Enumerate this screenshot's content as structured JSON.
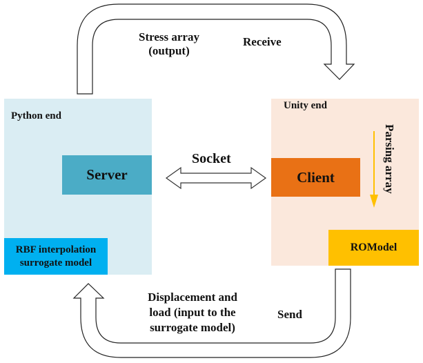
{
  "diagram": {
    "regions": {
      "python": {
        "label": "Python end",
        "color": "#daedf3"
      },
      "unity": {
        "label": "Unity end",
        "color": "#fbe8dc"
      }
    },
    "blocks": {
      "server": {
        "label": "Server",
        "color": "#4bacc6"
      },
      "client": {
        "label": "Client",
        "color": "#e97115"
      },
      "rbf": {
        "label_line1": "RBF interpolation",
        "label_line2": "surrogate model",
        "color": "#00b0f0"
      },
      "romodel": {
        "label": "ROModel",
        "color": "#ffc000"
      }
    },
    "connections": {
      "top_arrow": {
        "label_line1": "Stress array",
        "label_line2": "(output)",
        "action": "Receive",
        "from": "python",
        "to": "unity"
      },
      "socket": {
        "label": "Socket",
        "direction": "bidirectional",
        "from": "server",
        "to": "client"
      },
      "parsing": {
        "label": "Parsing array",
        "color": "#ffc000",
        "from": "client",
        "to": "romodel"
      },
      "bottom_arrow": {
        "label_line1": "Displacement and",
        "label_line2": "load (input to the",
        "label_line3": "surrogate model)",
        "action": "Send",
        "from": "unity",
        "to": "python"
      }
    }
  }
}
